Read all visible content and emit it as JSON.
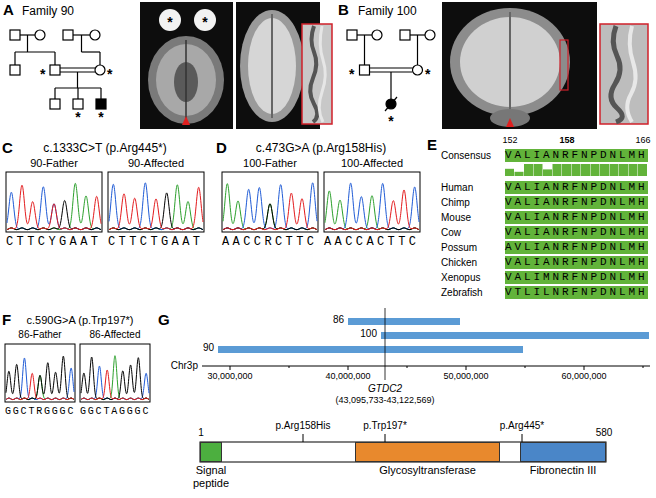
{
  "diagram": {
    "nodes": [
      {
        "text": [
          "Signal peptide"
        ]
      },
      {
        "text": [
          "Glycosyltransferase"
        ]
      },
      {
        "text": [
          "Fibronectin III"
        ]
      }
    ],
    "labels": [
      "A",
      "Family 90",
      "*",
      "*",
      "*",
      "*",
      "*",
      "*",
      "B",
      "Family 100",
      "*",
      "*",
      "*",
      "C",
      "c.1333C>T (p.Arg445*)",
      "90-Father",
      "90-Affected",
      "CTTCYGAAT",
      "CTTCTGAAT",
      "D",
      "c.473G>A (p.Arg158His)",
      "100-Father",
      "100-Affected",
      "AACCRCTTC",
      "AACCACTTC",
      "E",
      "152",
      "158",
      "166",
      "Consensus",
      "VALIANRFNPDNLMH",
      "Human",
      "VALIANRFNPDNLMH",
      "Chimp",
      "VALIANRFNPDNLMH",
      "Mouse",
      "VALIANRFNPDNLMH",
      "Cow",
      "VALIANRFNPDNLMH",
      "Possum",
      "AVLIANRFNPDNLMH",
      "Chicken",
      "VALIANRFNPDNLMH",
      "Xenopus",
      "VALIMNRFNPDNLMH",
      "Zebrafish",
      "VTLILNRFNPDNLMH",
      "F",
      "c.590G>A (p.Trp197*)",
      "86-Father",
      "86-Affected",
      "GGCTRGGGC",
      "GGCTAGGGC",
      "G",
      "86",
      "100",
      "90",
      "Chr3p",
      "30,000,000",
      "40,000,000",
      "50,000,000",
      "60,000,000",
      "GTDC2",
      "(43,095,733-43,122,569)",
      "1",
      "p.Arg158His",
      "p.Trp197*",
      "p.Arg445*",
      "580"
    ]
  }
}
